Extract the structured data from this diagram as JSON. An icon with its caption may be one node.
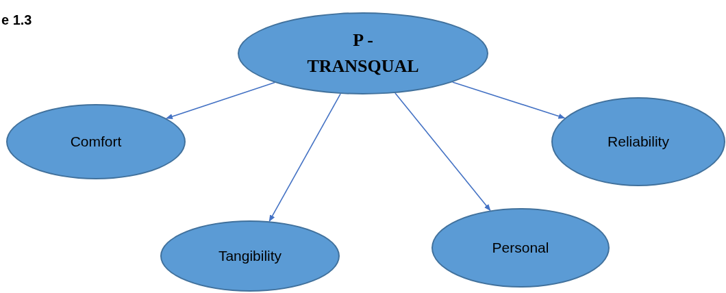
{
  "diagram": {
    "nodes": [
      {
        "text": [
          "P - TRANSQUAL"
        ]
      },
      {
        "text": [
          "Comfort"
        ]
      },
      {
        "text": [
          "Tangibility"
        ]
      },
      {
        "text": [
          "Personal"
        ]
      },
      {
        "text": [
          "Reliability"
        ]
      }
    ],
    "edges": [
      {
        "from": 0,
        "to": 1,
        "arrow": "to"
      },
      {
        "from": 0,
        "to": 2,
        "arrow": "to"
      },
      {
        "from": 0,
        "to": 3,
        "arrow": "to"
      },
      {
        "from": 0,
        "to": 4,
        "arrow": "to"
      }
    ],
    "labels": [
      "e 1.3"
    ]
  }
}
